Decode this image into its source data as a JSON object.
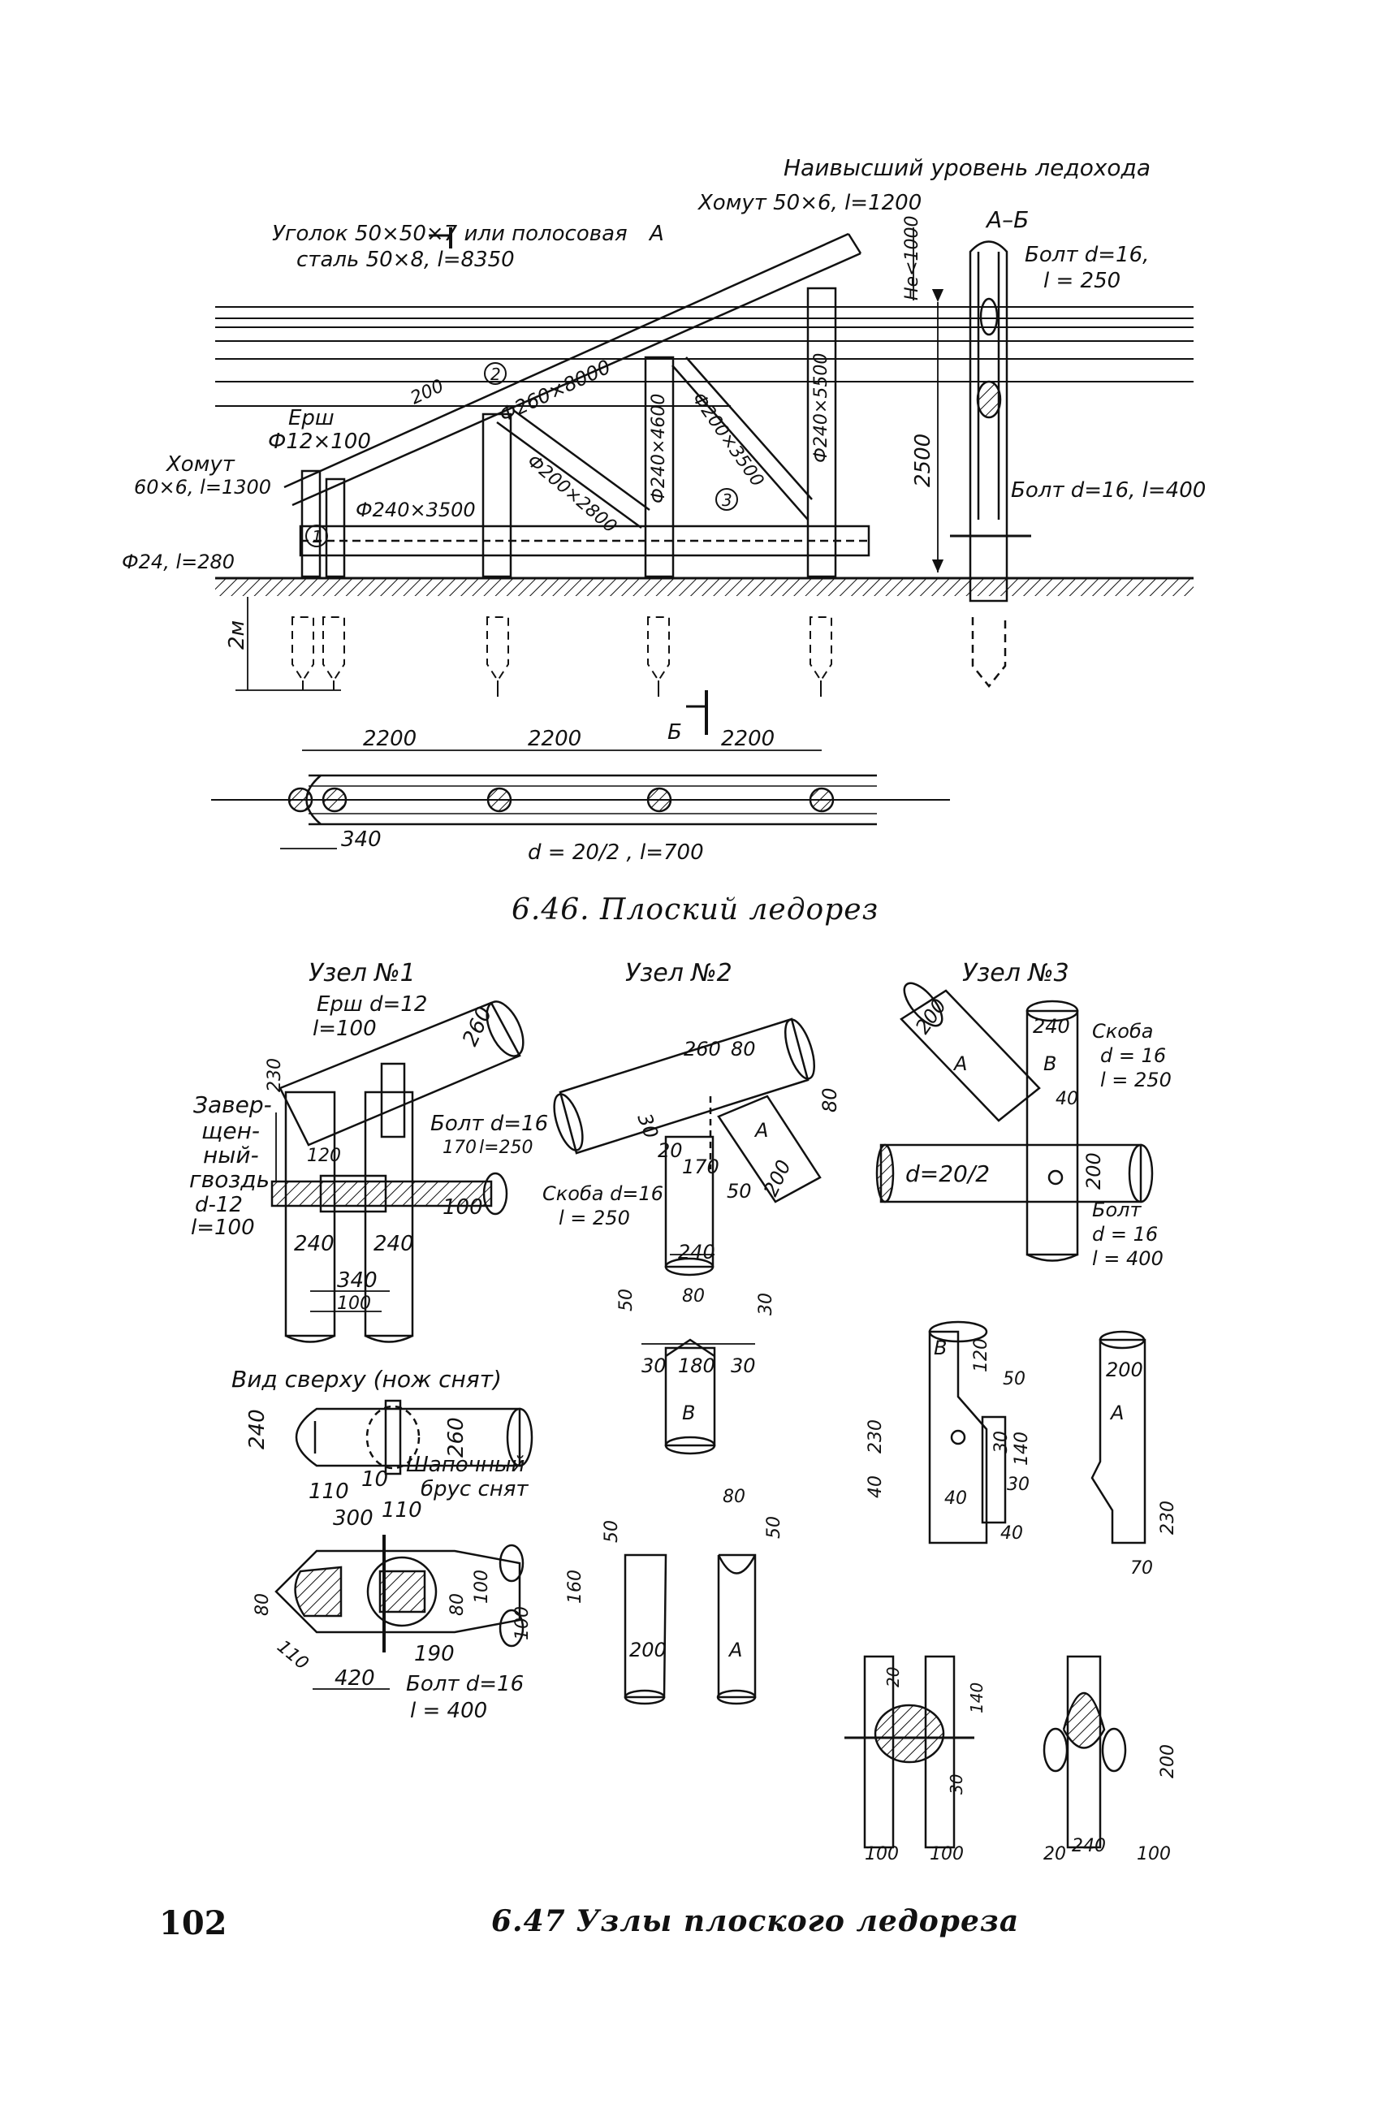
{
  "page_number": "102",
  "fig1": {
    "caption": "6.46. Плоский ледорез",
    "labels": {
      "highest_ice": "Наивысший уровень ледохода",
      "collar_top": "Хомут 50×6, l=1200",
      "section": "А–Б",
      "angle_1": "Уголок 50×50×7 или полосовая",
      "angle_2": "сталь 50×8, l=8350",
      "cut_a": "А",
      "bolt_top_1": "Болт d=16,",
      "bolt_top_2": "l = 250",
      "height_max": "Не<1000",
      "d_strut": "Ф260×8000",
      "d_200": "200",
      "ruff_1": "Ерш",
      "ruff_2": "Ф12×100",
      "collar_1": "Хомут",
      "collar_2": "60×6, l=1300",
      "d_diag1": "Ф200×2800",
      "d_post1": "Ф240×4600",
      "d_diag2": "Ф200×3500",
      "d_post2": "Ф240×5500",
      "d_beam": "Ф240×3500",
      "h_2500": "2500",
      "bolt_side": "Болт d=16, l=400",
      "pin": "Ф24, l=280",
      "depth": "2м",
      "node1": "1",
      "node2": "2",
      "node3": "3",
      "span1": "2200",
      "span2": "2200",
      "span3": "2200",
      "cut_b": "Б",
      "off_340": "340",
      "pile_d": "d = 20/2 , l=700"
    }
  },
  "fig2": {
    "caption_num": "6.47",
    "caption_text": "Узлы плоского ледореза",
    "node1": {
      "title": "Узел №1",
      "ruff": "Ерш d=12",
      "ruff_l": "l=100",
      "d260": "260",
      "d230": "230",
      "nail": [
        "Завер-",
        "щен-",
        "ный-",
        "гвоздь",
        "d-12",
        "l=100"
      ],
      "d120": "120",
      "bolt": "Болт d=16",
      "bolt_170": "170",
      "bolt_l": "l=250",
      "d100": "100",
      "d240a": "240",
      "d240b": "240",
      "d340": "340",
      "d100b": "100",
      "top_view": "Вид сверху (нож снят)",
      "tv_240": "240",
      "tv_260": "260",
      "tv_110": "110",
      "tv_10": "10",
      "tv_300": "300",
      "tv_110b": "110",
      "cap": "Шапочный",
      "cap2": "брус снят",
      "pl_100a": "100",
      "pl_80a": "80",
      "pl_80b": "80",
      "pl_110": "110",
      "pl_100b": "100",
      "pl_190": "190",
      "pl_420": "420",
      "pl_bolt": "Болт d=16",
      "pl_bolt_l": "l = 400"
    },
    "node2": {
      "title": "Узел №2",
      "d260": "260",
      "d80": "80",
      "d80b": "80",
      "d30": "30",
      "a": "А",
      "d20": "20",
      "d170": "170",
      "d200": "200",
      "d50": "50",
      "clamp": "Скоба d=16",
      "clamp_l": "l = 250",
      "d240": "240",
      "b50": "50",
      "b80": "80",
      "b30": "30",
      "b30l": "30",
      "b180": "180",
      "b30r": "30",
      "b": "В",
      "c50": "50",
      "c160": "160",
      "c200": "200",
      "c80": "80",
      "c50b": "50",
      "ca": "А"
    },
    "node3": {
      "title": "Узел №3",
      "d200": "200",
      "a": "А",
      "d240": "240",
      "b": "В",
      "clamp": "Скоба",
      "clamp_d": "d = 16",
      "clamp_l": "l = 250",
      "d40": "40",
      "pile": "d=20/2",
      "d200b": "200",
      "bolt": "Болт",
      "bolt_d": "d = 16",
      "bolt_l": "l = 400",
      "e_b": "В",
      "e120": "120",
      "e50": "50",
      "e230": "230",
      "e30": "30",
      "e140": "140",
      "e40a": "40",
      "e40b": "40",
      "e30b": "30",
      "e40c": "40",
      "f200": "200",
      "fa": "А",
      "f230": "230",
      "f70": "70",
      "g20": "20",
      "g140": "140",
      "g30": "30",
      "g100a": "100",
      "g100b": "100",
      "h200": "200",
      "h20": "20",
      "h240": "240",
      "h100": "100"
    }
  }
}
